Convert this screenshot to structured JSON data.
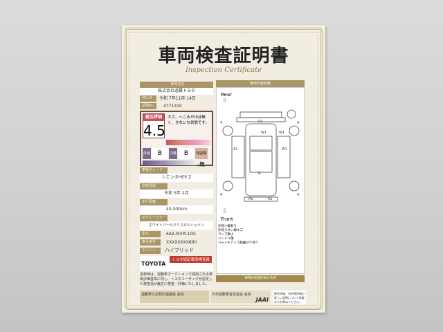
{
  "title": "車両検査証明書",
  "subtitle": "Inspection Certificate",
  "dealer": {
    "label": "販売店名",
    "value": "株式会社道翼トヨタ"
  },
  "inspection_date": {
    "label": "発行日",
    "value": "令和 7年11月 14日"
  },
  "cert_no": {
    "label": "証明No.",
    "value": "4771310"
  },
  "grade": {
    "label": "総合評価",
    "score": "4.5",
    "comment": "キズ、へこみがほぼ無く、きれいな状態です。",
    "exterior_label": "外装",
    "exterior": "B",
    "interior_label": "内装",
    "interior": "B",
    "special_label": "特記事",
    "special": "無"
  },
  "model": {
    "label": "車種グレード",
    "value": "シエンタHEV Z"
  },
  "first_reg": {
    "label": "初度登録",
    "value": "令和 5年 2月"
  },
  "mileage": {
    "label": "走行距離",
    "value": "40,000km"
  },
  "color": {
    "label": "ボディーカラー",
    "value": "ホワイトパールクリスタルシャイン"
  },
  "model_code": {
    "label": "型式",
    "value": "6AA-MXPL10G"
  },
  "chassis": {
    "label": "車台番号",
    "value": "XXXXXXXX890"
  },
  "engine": {
    "label": "エンジン",
    "value": "ハイブリッド"
  },
  "brand": {
    "logo": "TOYOTA",
    "inspector": "トヨタ認定車両検査員"
  },
  "note": "当車両は、自動車オークションで適用される車両評価基準に則し、トヨタユーザックが認定した検査員が厳正に検査・評価いたしました。",
  "diagram": {
    "header": "車両外装状態",
    "rear": "Rear",
    "front": "Front",
    "marks": [
      "U1",
      "W1",
      "W1",
      "A1",
      "W1",
      "G",
      "A1",
      "A1"
    ],
    "tires": [
      "4",
      "4",
      "4",
      "4"
    ],
    "legend": [
      "外装小傷有り",
      "外装うすい線キズ",
      "ランプ類小",
      "ハンドル傷",
      "ジャッキアップ部曲がり有り"
    ],
    "code_header": "車両の状態記号の凡例"
  },
  "footer": {
    "assoc1": "自動車公正取引協議会 会員",
    "assoc2": "日本自動車査定協会 会員",
    "jaai": "JAAI",
    "more": "総合評価、内外装評価の詳しい説明について係員までお尋ねください。"
  }
}
